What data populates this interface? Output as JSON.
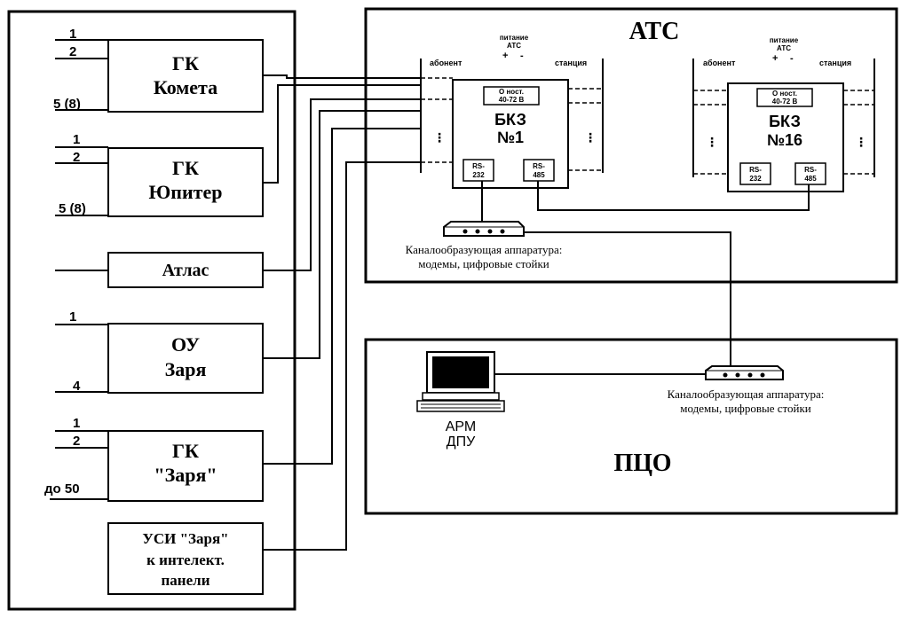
{
  "devices": [
    {
      "line1": "ГК",
      "line2": "Комета",
      "inputs": [
        "1",
        "2",
        "5 (8)"
      ]
    },
    {
      "line1": "ГК",
      "line2": "Юпитер",
      "inputs": [
        "1",
        "2",
        "5 (8)"
      ]
    },
    {
      "line1": "Атлас"
    },
    {
      "line1": "ОУ",
      "line2": "Заря",
      "inputs": [
        "1",
        "4"
      ]
    },
    {
      "line1": "ГК",
      "line2": "\"Заря\"",
      "inputs": [
        "1",
        "2",
        "до 50"
      ]
    },
    {
      "line1": "УСИ \"Заря\"",
      "line2": "к интелект.",
      "line3": "панели"
    }
  ],
  "ats": {
    "title": "АТС",
    "units": [
      {
        "power_label": "питание\nАТС",
        "plus": "+",
        "minus": "-",
        "subscriber": "абонент",
        "station": "станция",
        "name": "БКЗ",
        "number": "№1",
        "top_block": "О ност.\n40-72 В",
        "rs232": "RS-\n232",
        "rs485": "RS-\n485"
      },
      {
        "power_label": "питание\nАТС",
        "plus": "+",
        "minus": "-",
        "subscriber": "абонент",
        "station": "станция",
        "name": "БКЗ",
        "number": "№16",
        "top_block": "О ност.\n40-72 В",
        "rs232": "RS-\n232",
        "rs485": "RS-\n485"
      }
    ],
    "equipment_caption": [
      "Каналообразующая аппаратура:",
      "модемы, цифровые стойки"
    ]
  },
  "pco": {
    "title": "ПЦО",
    "workstation": [
      "АРМ",
      "ДПУ"
    ],
    "equipment_caption": [
      "Каналообразующая аппаратура:",
      "модемы, цифровые стойки"
    ]
  }
}
